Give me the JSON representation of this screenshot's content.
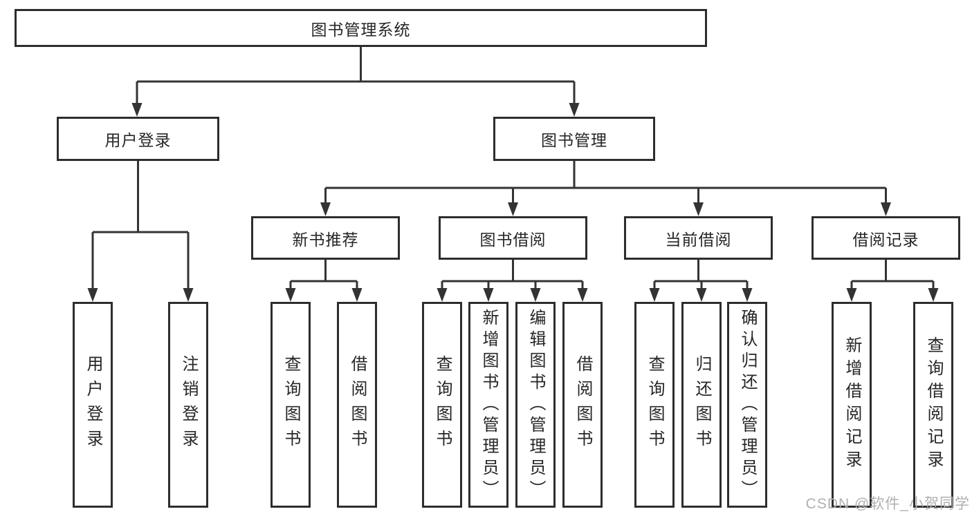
{
  "tree": {
    "root": {
      "label": "图书管理系统"
    },
    "branches": [
      {
        "label": "用户登录",
        "leaves": [
          {
            "label": "用户登录"
          },
          {
            "label": "注销登录"
          }
        ]
      },
      {
        "label": "图书管理",
        "children": [
          {
            "label": "新书推荐",
            "leaves": [
              {
                "label": "查询图书"
              },
              {
                "label": "借阅图书"
              }
            ]
          },
          {
            "label": "图书借阅",
            "leaves": [
              {
                "label": "查询图书"
              },
              {
                "label": "新增图书（管理员）"
              },
              {
                "label": "编辑图书（管理员）"
              },
              {
                "label": "借阅图书"
              }
            ]
          },
          {
            "label": "当前借阅",
            "leaves": [
              {
                "label": "查询图书"
              },
              {
                "label": "归还图书"
              },
              {
                "label": "确认归还（管理员）"
              }
            ]
          },
          {
            "label": "借阅记录",
            "leaves": [
              {
                "label": "新增借阅记录"
              },
              {
                "label": "查询借阅记录"
              }
            ]
          }
        ]
      }
    ]
  },
  "watermark": {
    "text": "CSDN @软件_小贺同学"
  },
  "colors": {
    "line": "#333333",
    "box_border": "#2d2d2d",
    "text": "#262626",
    "watermark": "#b0b0b0",
    "background": "#ffffff"
  }
}
